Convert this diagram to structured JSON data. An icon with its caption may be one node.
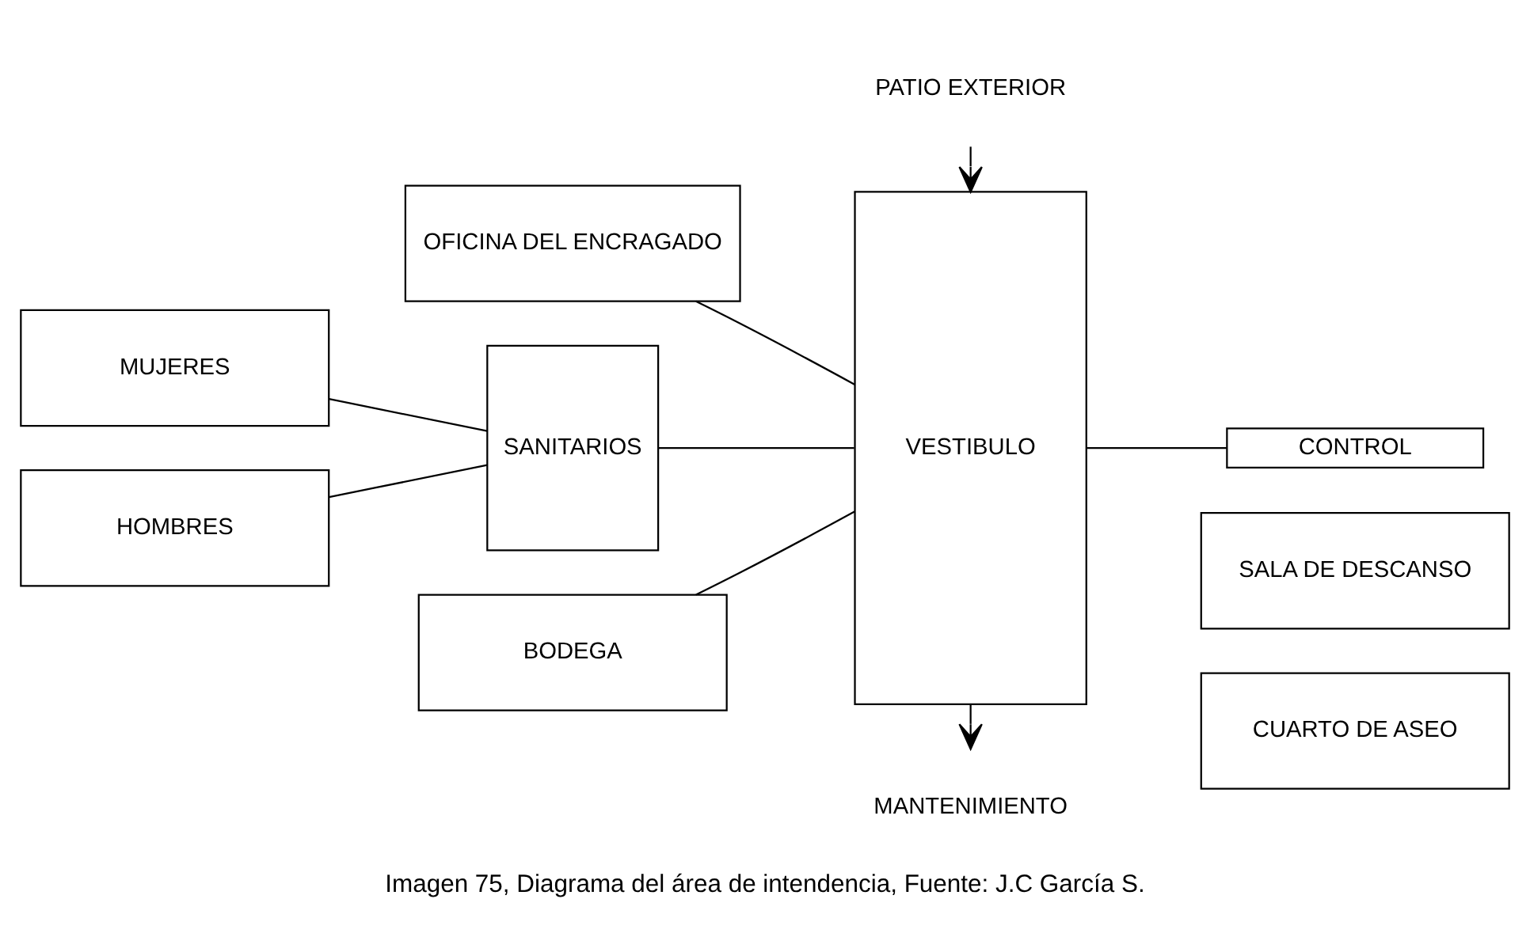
{
  "diagram": {
    "caption": "Imagen 75, Diagrama del área de intendencia, Fuente: J.C García S.",
    "nodes": [
      {
        "text": [
          "PATIO EXTERIOR"
        ]
      },
      {
        "text": [
          "VESTIBULO"
        ]
      },
      {
        "text": [
          "OFICINA DEL ENCRAGADO"
        ]
      },
      {
        "text": [
          "CONTROL"
        ]
      },
      {
        "text": [
          "SALA DE DESCANSO"
        ]
      },
      {
        "text": [
          "MUJERES"
        ]
      },
      {
        "text": [
          "SANITARIOS"
        ]
      },
      {
        "text": [
          "CUARTO DE ASEO"
        ]
      },
      {
        "text": [
          "HOMBRES"
        ]
      },
      {
        "text": [
          "BODEGA"
        ]
      },
      {
        "text": [
          "MANTENIMIENTO"
        ]
      }
    ],
    "edges": [
      {
        "from": 0,
        "to": 1,
        "arrow": "to"
      },
      {
        "from": 2,
        "to": 1,
        "arrow": "none"
      },
      {
        "from": 1,
        "to": 3,
        "arrow": "none"
      },
      {
        "from": 5,
        "to": 6,
        "arrow": "none"
      },
      {
        "from": 8,
        "to": 6,
        "arrow": "none"
      },
      {
        "from": 6,
        "to": 1,
        "arrow": "none"
      },
      {
        "from": 9,
        "to": 1,
        "arrow": "none"
      },
      {
        "from": 1,
        "to": 10,
        "arrow": "to"
      }
    ]
  }
}
